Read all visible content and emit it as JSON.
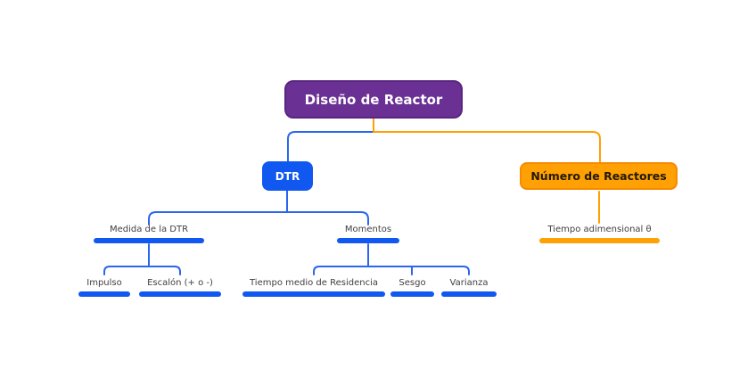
{
  "mindmap": {
    "root": {
      "label": "Diseño de Reactor"
    },
    "dtr": {
      "label": "DTR"
    },
    "reactores": {
      "label": "Número de Reactores"
    },
    "medida": {
      "label": "Medida de la DTR"
    },
    "momentos": {
      "label": "Momentos"
    },
    "tiempo_adimensional": {
      "label": "Tiempo adimensional θ"
    },
    "impulso": {
      "label": "Impulso"
    },
    "escalon": {
      "label": "Escalón (+ o -)"
    },
    "tiempo_medio": {
      "label": "Tiempo medio de Residencia"
    },
    "sesgo": {
      "label": "Sesgo"
    },
    "varianza": {
      "label": "Varianza"
    }
  },
  "colors": {
    "root_fill": "#6A3093",
    "root_border": "#5A2580",
    "blue": "#1158F0",
    "blue_connector": "#2B66EE",
    "orange": "#FFA005",
    "orange_border": "#F68A00",
    "label_text": "#3F3F3F",
    "background": "#FFFFFF"
  }
}
